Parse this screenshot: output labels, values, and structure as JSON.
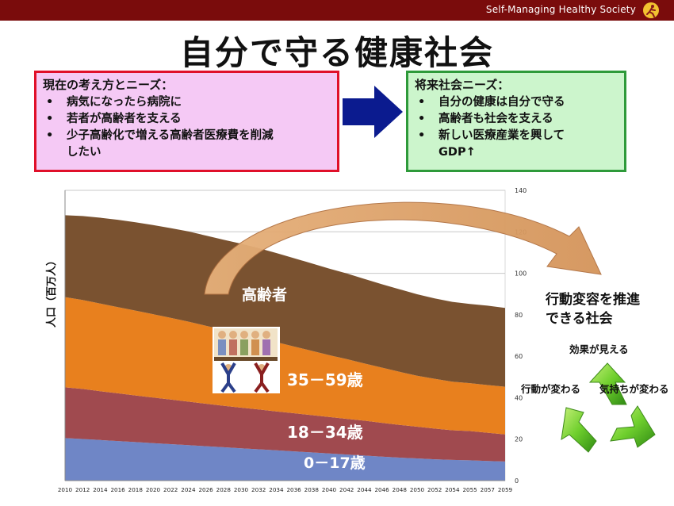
{
  "header": {
    "brand": "Self-Managing Healthy Society",
    "logo_icon": "running-figure-icon"
  },
  "title": "自分で守る健康社会",
  "current": {
    "heading": "現在の考え方とニーズ：",
    "items": [
      "病気になったら病院に",
      "若者が高齢者を支える",
      "少子高齢化で増える高齢者医療費を削減",
      "したい"
    ]
  },
  "future": {
    "heading": "将来社会ニーズ：",
    "items": [
      "自分の健康は自分で守る",
      "高齢者も社会を支える",
      "新しい医療産業を興して",
      "GDP↑"
    ]
  },
  "behavior": {
    "title_line1": "行動変容を推進",
    "title_line2": "できる社会",
    "label_top": "効果が見える",
    "label_left": "行動が変わる",
    "label_right": "気持ちが変わる"
  },
  "chart_data": {
    "type": "area",
    "stacked": true,
    "ylabel": "人口（百万人）",
    "ylim": [
      0,
      140
    ],
    "yticks": [
      0,
      20,
      40,
      60,
      80,
      100,
      120,
      140
    ],
    "y_axis_side": "right",
    "x": [
      2010,
      2012,
      2014,
      2016,
      2018,
      2020,
      2022,
      2024,
      2026,
      2028,
      2030,
      2032,
      2034,
      2036,
      2038,
      2040,
      2042,
      2044,
      2046,
      2048,
      2050,
      2052,
      2054,
      2055,
      2057,
      2059
    ],
    "x_tick_labels": [
      "2010",
      "2012",
      "2014",
      "2016",
      "2018",
      "2020",
      "2022",
      "2024",
      "2026",
      "2028",
      "2030",
      "2032",
      "2034",
      "2036",
      "2038",
      "2040",
      "2042",
      "2044",
      "2046",
      "2048",
      "2050",
      "2052",
      "2054",
      "2055",
      "2057",
      "2059"
    ],
    "series": [
      {
        "name": "0－17歳",
        "color": "#6f86c6",
        "values": [
          20.5,
          20.1,
          19.6,
          19.1,
          18.6,
          18.1,
          17.6,
          17.1,
          16.6,
          16.1,
          15.6,
          15.1,
          14.6,
          14.1,
          13.6,
          13.1,
          12.6,
          12.1,
          11.6,
          11.1,
          10.7,
          10.3,
          10.0,
          9.8,
          9.5,
          9.2
        ]
      },
      {
        "name": "18－34歳",
        "color": "#a04a4f",
        "values": [
          24.5,
          24.1,
          23.5,
          23.0,
          22.5,
          22.0,
          21.5,
          21.0,
          20.5,
          20.0,
          19.6,
          19.2,
          18.8,
          18.4,
          18.0,
          17.6,
          17.2,
          16.8,
          16.3,
          15.8,
          15.3,
          14.8,
          14.3,
          14.1,
          13.6,
          13.1
        ]
      },
      {
        "name": "35－59歳",
        "color": "#e8801e",
        "values": [
          43.5,
          42.9,
          42.3,
          41.6,
          40.9,
          40.2,
          39.4,
          38.6,
          37.6,
          36.6,
          35.6,
          34.6,
          33.4,
          32.2,
          31.0,
          29.8,
          28.8,
          27.6,
          26.6,
          25.6,
          24.6,
          24.0,
          23.4,
          23.1,
          23.0,
          23.0
        ]
      },
      {
        "name": "高齢者",
        "color": "#7a5230",
        "values": [
          39.5,
          40.5,
          41.4,
          42.1,
          42.6,
          43.0,
          43.3,
          43.5,
          43.5,
          43.5,
          43.5,
          43.2,
          43.0,
          42.6,
          42.2,
          41.8,
          41.3,
          40.8,
          40.2,
          39.8,
          39.3,
          38.8,
          38.5,
          38.2,
          38.3,
          38.0
        ]
      }
    ],
    "series_labels": {
      "elderly": "高齢者",
      "age35_59": "35－59歳",
      "age18_34": "18－34歳",
      "age0_17": "0－17歳"
    },
    "grid": "horizontal"
  }
}
